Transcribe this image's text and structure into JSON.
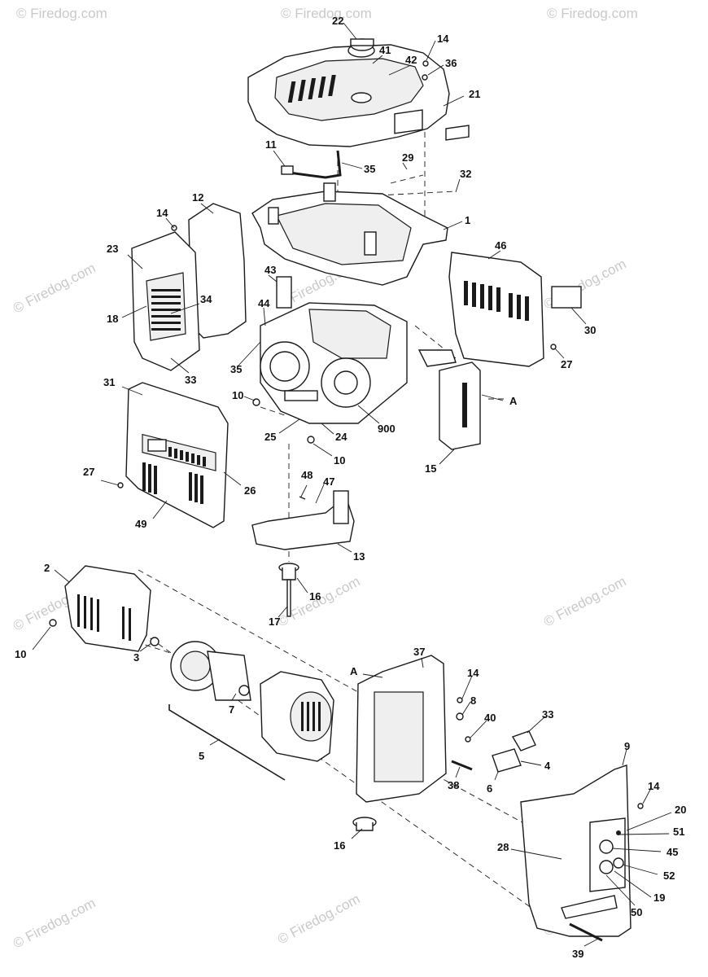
{
  "watermark": "© Firedog.com",
  "callouts": [
    {
      "id": "c22a",
      "text": "22"
    },
    {
      "id": "c41",
      "text": "41"
    },
    {
      "id": "c42",
      "text": "42"
    },
    {
      "id": "c14a",
      "text": "14"
    },
    {
      "id": "c36",
      "text": "36"
    },
    {
      "id": "c21",
      "text": "21"
    },
    {
      "id": "c11",
      "text": "11"
    },
    {
      "id": "c35a",
      "text": "35"
    },
    {
      "id": "c29",
      "text": "29"
    },
    {
      "id": "c32",
      "text": "32"
    },
    {
      "id": "c12",
      "text": "12"
    },
    {
      "id": "c14b",
      "text": "14"
    },
    {
      "id": "c1",
      "text": "1"
    },
    {
      "id": "c23",
      "text": "23"
    },
    {
      "id": "c46",
      "text": "46"
    },
    {
      "id": "c43",
      "text": "43"
    },
    {
      "id": "c18",
      "text": "18"
    },
    {
      "id": "c34",
      "text": "34"
    },
    {
      "id": "c44",
      "text": "44"
    },
    {
      "id": "c30",
      "text": "30"
    },
    {
      "id": "c33a",
      "text": "33"
    },
    {
      "id": "c35b",
      "text": "35"
    },
    {
      "id": "c27a",
      "text": "27"
    },
    {
      "id": "c31",
      "text": "31"
    },
    {
      "id": "c10a",
      "text": "10"
    },
    {
      "id": "cA1",
      "text": "A"
    },
    {
      "id": "c25",
      "text": "25"
    },
    {
      "id": "c24",
      "text": "24"
    },
    {
      "id": "c900",
      "text": "900"
    },
    {
      "id": "c10b",
      "text": "10"
    },
    {
      "id": "c15",
      "text": "15"
    },
    {
      "id": "c27b",
      "text": "27"
    },
    {
      "id": "c26",
      "text": "26"
    },
    {
      "id": "c48",
      "text": "48"
    },
    {
      "id": "c47",
      "text": "47"
    },
    {
      "id": "c49",
      "text": "49"
    },
    {
      "id": "c13",
      "text": "13"
    },
    {
      "id": "c2",
      "text": "2"
    },
    {
      "id": "c16a",
      "text": "16"
    },
    {
      "id": "c17",
      "text": "17"
    },
    {
      "id": "c10c",
      "text": "10"
    },
    {
      "id": "c3",
      "text": "3"
    },
    {
      "id": "c37",
      "text": "37"
    },
    {
      "id": "cA2",
      "text": "A"
    },
    {
      "id": "c14c",
      "text": "14"
    },
    {
      "id": "c8",
      "text": "8"
    },
    {
      "id": "c7",
      "text": "7"
    },
    {
      "id": "c40",
      "text": "40"
    },
    {
      "id": "c33b",
      "text": "33"
    },
    {
      "id": "c5",
      "text": "5"
    },
    {
      "id": "c4",
      "text": "4"
    },
    {
      "id": "c9",
      "text": "9"
    },
    {
      "id": "c38",
      "text": "38"
    },
    {
      "id": "c6",
      "text": "6"
    },
    {
      "id": "c14d",
      "text": "14"
    },
    {
      "id": "c20",
      "text": "20"
    },
    {
      "id": "c51",
      "text": "51"
    },
    {
      "id": "c28",
      "text": "28"
    },
    {
      "id": "c45",
      "text": "45"
    },
    {
      "id": "c16b",
      "text": "16"
    },
    {
      "id": "c52",
      "text": "52"
    },
    {
      "id": "c19",
      "text": "19"
    },
    {
      "id": "c50",
      "text": "50"
    },
    {
      "id": "c39",
      "text": "39"
    }
  ]
}
